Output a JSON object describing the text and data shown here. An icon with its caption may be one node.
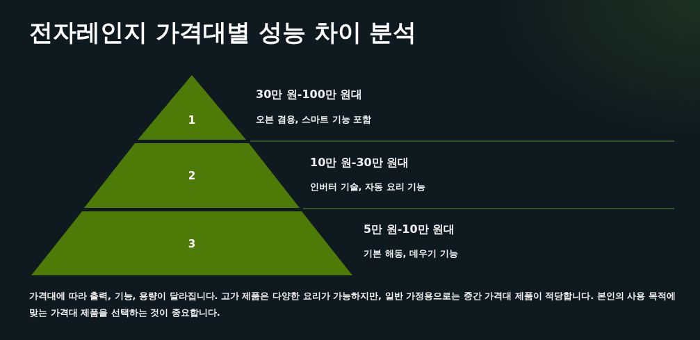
{
  "diagram": {
    "title": "전자레인지 가격대별 성능 차이 분석",
    "nodes": [
      {
        "text": [
          "1"
        ],
        "beside": [
          "30만 원-100만 원대",
          "오븐 겸용, 스마트 기능 포함"
        ]
      },
      {
        "text": [
          "2"
        ],
        "beside": [
          "10만 원-30만 원대",
          "인버터 기술, 자동 요리 기능"
        ]
      },
      {
        "text": [
          "3"
        ],
        "beside": [
          "5만 원-10만 원대",
          "기본 해동, 데우기 기능"
        ]
      }
    ],
    "caption": "가격대에 따라 출력, 기능, 용량이 달라집니다. 고가 제품은 다양한 요리가 가능하지만, 일반 가정용으로는 중간 가격대 제품이 적당합니다. 본인의 사용 목적에 맞는 가격대 제품을 선택하는 것이 중요합니다."
  }
}
